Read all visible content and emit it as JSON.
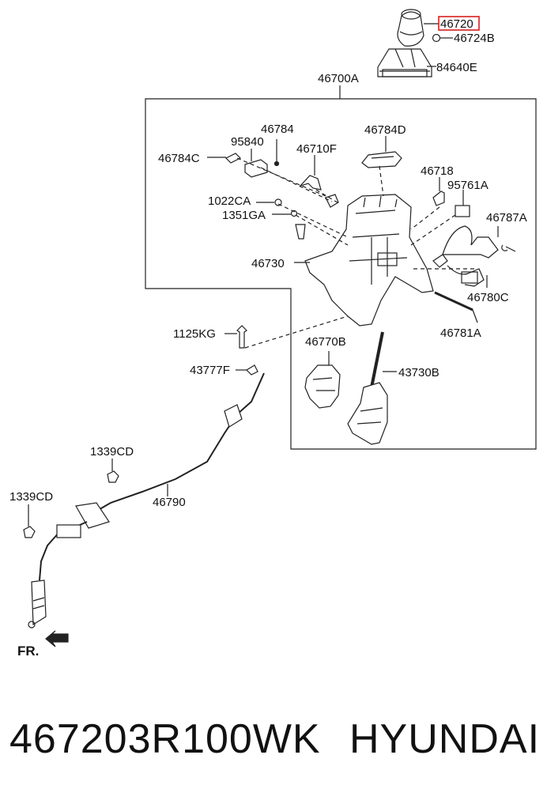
{
  "diagram": {
    "callouts": {
      "c46720": "46720",
      "c46724B": "46724B",
      "c84640E": "84640E",
      "c46700A": "46700A",
      "c46784": "46784",
      "c95840": "95840",
      "c46784C": "46784C",
      "c46710F": "46710F",
      "c46784D": "46784D",
      "c46718": "46718",
      "c95761A": "95761A",
      "c46787A": "46787A",
      "c1022CA": "1022CA",
      "c1351GA": "1351GA",
      "c46730": "46730",
      "c46780C": "46780C",
      "c46781A": "46781A",
      "c1125KG": "1125KG",
      "c46770B": "46770B",
      "c43730B": "43730B",
      "c43777F": "43777F",
      "c1339CD_a": "1339CD",
      "c1339CD_b": "1339CD",
      "c46790": "46790",
      "fr": "FR."
    },
    "highlight_color": "#d62020"
  },
  "footer": {
    "part_number": "467203R100WK",
    "brand": "HYUNDAI"
  }
}
